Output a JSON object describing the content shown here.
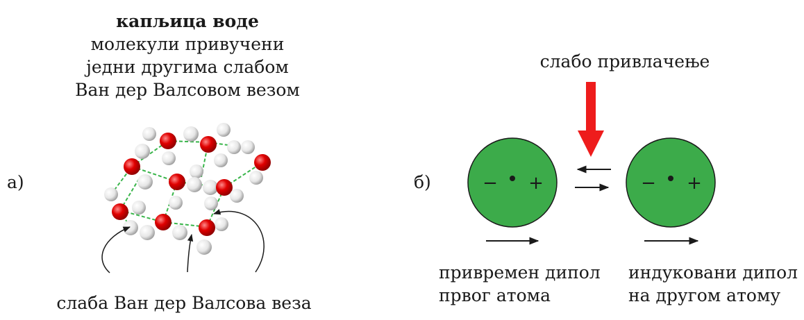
{
  "panel_a": {
    "label": "а)",
    "title": "капљица воде",
    "desc_lines": [
      "молекули привучени",
      "једни другима слабом",
      "Ван дер Валсовом везом"
    ],
    "bottom_caption": "слаба Ван дер Валсова веза"
  },
  "panel_b": {
    "label": "б)",
    "top_caption": "слабо привлачење",
    "atom1": {
      "minus": "−",
      "plus": "+",
      "caption_lines": [
        "привремен дипол",
        "првог атома"
      ]
    },
    "atom2": {
      "minus": "−",
      "plus": "+",
      "caption_lines": [
        "индуковани дипол",
        "на другом атому"
      ]
    }
  },
  "colors": {
    "atom_fill": "#3cab4a",
    "oxygen": "#e00000",
    "hydrogen": "#e8e8e8",
    "bond": "#39b54a",
    "arrow_red": "#ee1c1c"
  }
}
